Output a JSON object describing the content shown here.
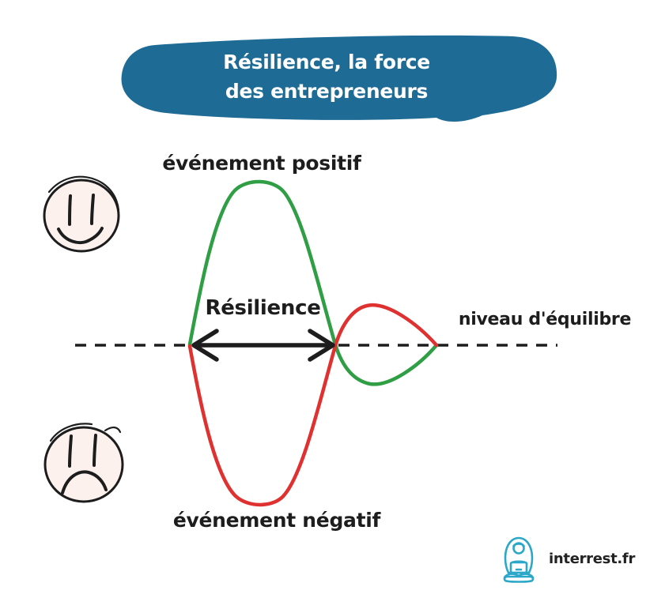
{
  "colors": {
    "banner": "#1e6b96",
    "green": "#2f9e44",
    "red": "#e03131",
    "ink": "#1d1d1d",
    "face-fill": "#fdf1ee",
    "brand": "#2ba7c9",
    "background": "#ffffff"
  },
  "title": {
    "line1": "Résilience, la force",
    "line2": "des entrepreneurs"
  },
  "labels": {
    "positive_event": "événement positif",
    "resilience": "Résilience",
    "equilibrium": "niveau d'équilibre",
    "negative_event": "événement négatif"
  },
  "branding": {
    "site": "interrest.fr"
  },
  "icons": {
    "happy_face": "happy-face-icon",
    "sad_face": "sad-face-icon",
    "person_laptop": "person-laptop-icon"
  },
  "diagram": {
    "type": "concept-sketch",
    "description": "Damped oscillation around an equilibrium line: a large green positive arch and a large red negative arch between two crossing points (span labelled Résilience), followed by a smaller red bump above and green dip below converging back to the dashed equilibrium line."
  }
}
